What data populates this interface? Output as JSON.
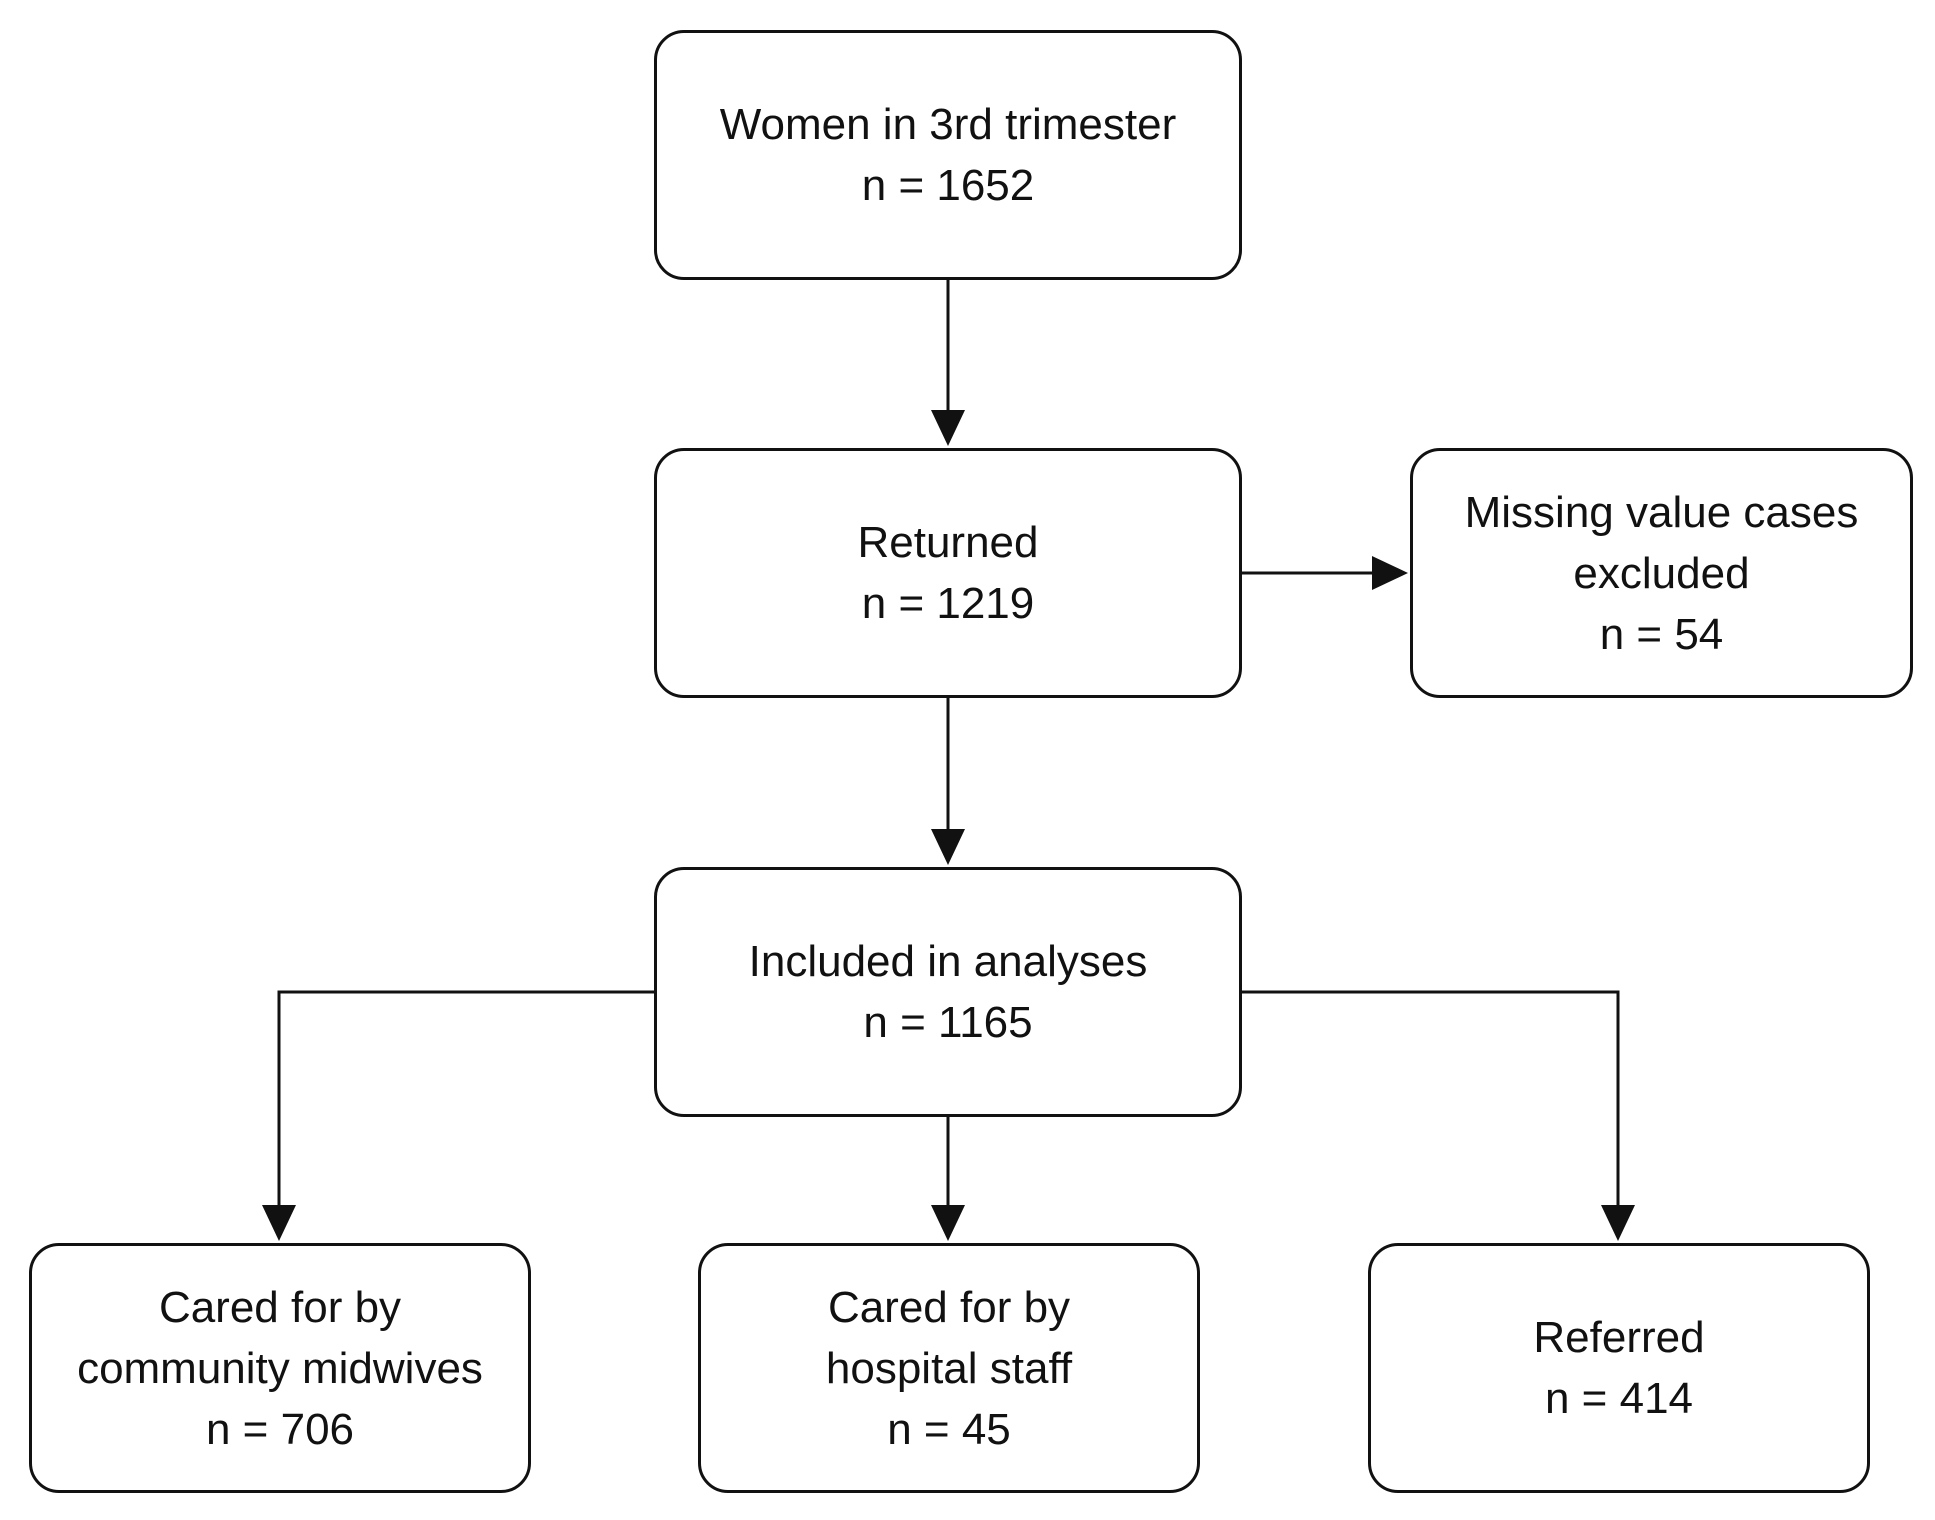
{
  "nodes": {
    "women": {
      "label": "Women in 3rd trimester",
      "count": "n = 1652"
    },
    "returned": {
      "label": "Returned",
      "count": "n = 1219"
    },
    "missing": {
      "label_line1": "Missing value cases",
      "label_line2": "excluded",
      "count": "n = 54"
    },
    "included": {
      "label": "Included in analyses",
      "count": "n = 1165"
    },
    "community": {
      "label_line1": "Cared for by",
      "label_line2": "community midwives",
      "count": "n = 706"
    },
    "hospital": {
      "label_line1": "Cared for by",
      "label_line2": "hospital staff",
      "count": "n = 45"
    },
    "referred": {
      "label": "Referred",
      "count": "n = 414"
    }
  },
  "colors": {
    "stroke": "#111111",
    "background": "#ffffff"
  }
}
